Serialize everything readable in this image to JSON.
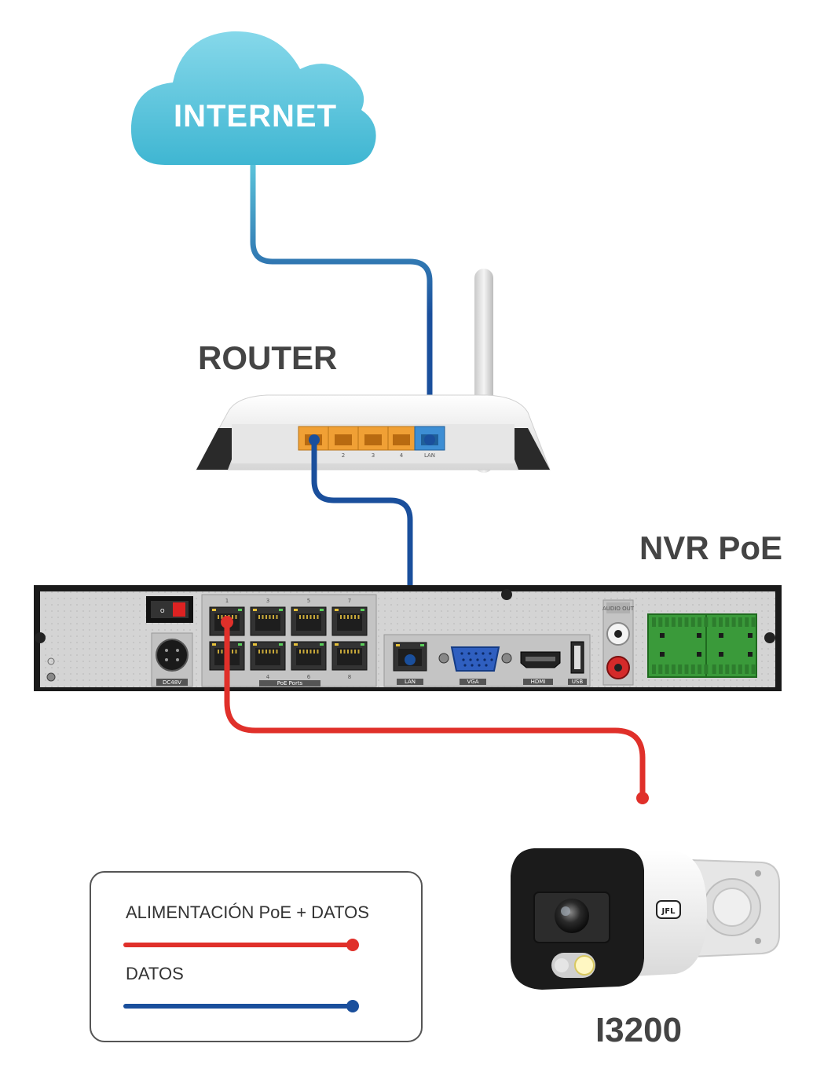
{
  "diagram": {
    "cloud": {
      "label": "INTERNET"
    },
    "router": {
      "label": "ROUTER",
      "port_labels": [
        "2",
        "3",
        "4"
      ],
      "lan_label": "LAN"
    },
    "nvr": {
      "label": "NVR PoE",
      "poe_numbers_top": [
        "1",
        "3",
        "5",
        "7"
      ],
      "poe_numbers_bottom": [
        "4",
        "6",
        "8"
      ],
      "poe_caption": "PoE Ports",
      "power_caption": "DC48V",
      "lan_caption": "LAN",
      "vga_caption": "VGA",
      "hdmi_caption": "HDMI",
      "usb_caption": "USB",
      "audio_caption": "AUDIO OUT"
    },
    "camera": {
      "label": "I3200",
      "brand_badge": "JFL"
    },
    "legend": {
      "items": [
        {
          "label": "ALIMENTACIÓN PoE + DATOS",
          "color": "#e0302a"
        },
        {
          "label": "DATOS",
          "color": "#1a4f9c"
        }
      ]
    },
    "colors": {
      "poe_data_cable": "#e0302a",
      "data_cable": "#1a4f9c",
      "cloud": "#5cc6dc",
      "router_ports": "#f0a035",
      "router_lan_port": "#3d8ed4",
      "terminal_block": "#3a9a3a"
    }
  }
}
